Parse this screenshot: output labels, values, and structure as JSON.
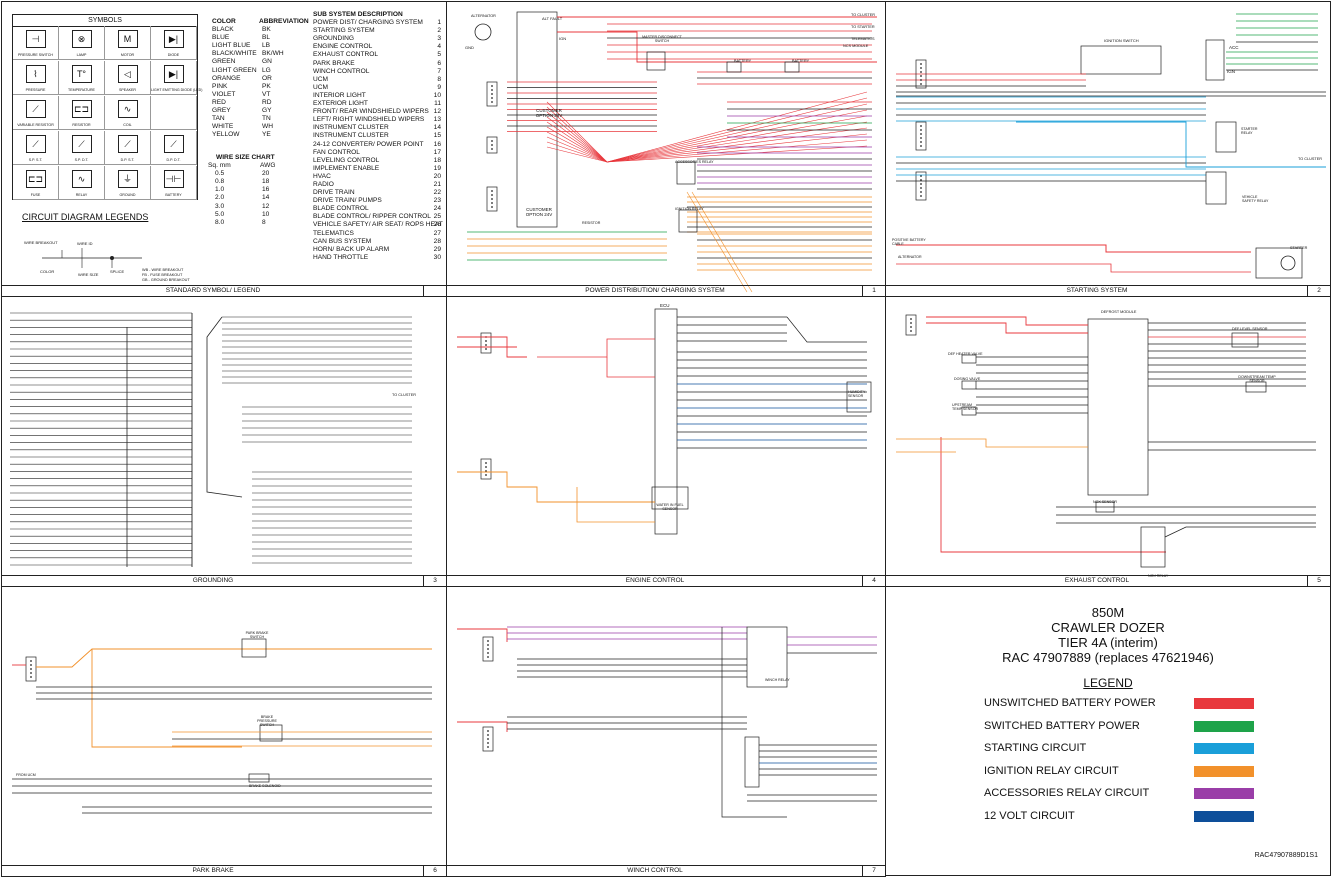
{
  "symbols": {
    "title": "SYMBOLS",
    "items": [
      {
        "label": "PRESSURE SWITCH",
        "glyph": "⊣"
      },
      {
        "label": "LAMP",
        "glyph": "⊗"
      },
      {
        "label": "MOTOR",
        "glyph": "M"
      },
      {
        "label": "DIODE",
        "glyph": "▶|"
      },
      {
        "label": "PRESSURE",
        "glyph": "⌇"
      },
      {
        "label": "TEMPERATURE",
        "glyph": "T°"
      },
      {
        "label": "SPEAKER",
        "glyph": "◁"
      },
      {
        "label": "LIGHT EMITTING DIODE (LED)",
        "glyph": "▶|"
      },
      {
        "label": "VARIABLE RESISTOR",
        "glyph": "⟋"
      },
      {
        "label": "RESISTOR",
        "glyph": "⊏⊐"
      },
      {
        "label": "COIL",
        "glyph": "∿"
      },
      {
        "label": "",
        "glyph": ""
      },
      {
        "label": "S.P. S.T.",
        "glyph": "⟋"
      },
      {
        "label": "S.P. D.T.",
        "glyph": "⟋"
      },
      {
        "label": "D.P. S.T.",
        "glyph": "⟋"
      },
      {
        "label": "D.P. D.T.",
        "glyph": "⟋"
      },
      {
        "label": "FUSE",
        "glyph": "⊏⊐"
      },
      {
        "label": "RELAY",
        "glyph": "∿"
      },
      {
        "label": "GROUND",
        "glyph": "⏚"
      },
      {
        "label": "BATTERY",
        "glyph": "⊣⊢"
      }
    ]
  },
  "color_table": {
    "col1_header": "COLOR",
    "col2_header": "ABBREVIATION",
    "rows": [
      [
        "BLACK",
        "BK"
      ],
      [
        "BLUE",
        "BL"
      ],
      [
        "LIGHT BLUE",
        "LB"
      ],
      [
        "BLACK/WHITE",
        "BK/WH"
      ],
      [
        "GREEN",
        "GN"
      ],
      [
        "LIGHT GREEN",
        "LG"
      ],
      [
        "ORANGE",
        "OR"
      ],
      [
        "PINK",
        "PK"
      ],
      [
        "VIOLET",
        "VT"
      ],
      [
        "RED",
        "RD"
      ],
      [
        "GREY",
        "GY"
      ],
      [
        "TAN",
        "TN"
      ],
      [
        "WHITE",
        "WH"
      ],
      [
        "YELLOW",
        "YE"
      ]
    ]
  },
  "wire_size_chart": {
    "title": "WIRE SIZE CHART",
    "col1_header": "Sq. mm",
    "col2_header": "AWG",
    "rows": [
      [
        "0.5",
        "20"
      ],
      [
        "0.8",
        "18"
      ],
      [
        "1.0",
        "16"
      ],
      [
        "2.0",
        "14"
      ],
      [
        "3.0",
        "12"
      ],
      [
        "5.0",
        "10"
      ],
      [
        "8.0",
        "8"
      ]
    ]
  },
  "subsystems": {
    "title": "SUB SYSTEM DESCRIPTION",
    "rows": [
      [
        "POWER DIST/ CHARGING SYSTEM",
        "1"
      ],
      [
        "STARTING SYSTEM",
        "2"
      ],
      [
        "GROUNDING",
        "3"
      ],
      [
        "ENGINE CONTROL",
        "4"
      ],
      [
        "EXHAUST CONTROL",
        "5"
      ],
      [
        "PARK BRAKE",
        "6"
      ],
      [
        "WINCH CONTROL",
        "7"
      ],
      [
        "UCM",
        "8"
      ],
      [
        "UCM",
        "9"
      ],
      [
        "INTERIOR LIGHT",
        "10"
      ],
      [
        "EXTERIOR LIGHT",
        "11"
      ],
      [
        "FRONT/ REAR WINDSHIELD WIPERS",
        "12"
      ],
      [
        "LEFT/ RIGHT WINDSHIELD WIPERS",
        "13"
      ],
      [
        "INSTRUMENT CLUSTER",
        "14"
      ],
      [
        "INSTRUMENT CLUSTER",
        "15"
      ],
      [
        "24-12 CONVERTER/ POWER POINT",
        "16"
      ],
      [
        "FAN CONTROL",
        "17"
      ],
      [
        "LEVELING CONTROL",
        "18"
      ],
      [
        "IMPLEMENT ENABLE",
        "19"
      ],
      [
        "HVAC",
        "20"
      ],
      [
        "RADIO",
        "21"
      ],
      [
        "DRIVE TRAIN",
        "22"
      ],
      [
        "DRIVE TRAIN/ PUMPS",
        "23"
      ],
      [
        "BLADE CONTROL",
        "24"
      ],
      [
        "BLADE CONTROL/ RIPPER CONTROL",
        "25"
      ],
      [
        "VEHICLE SAFETY/ AIR SEAT/ ROPS HEAT",
        "26"
      ],
      [
        "TELEMATICS",
        "27"
      ],
      [
        "CAN BUS SYSTEM",
        "28"
      ],
      [
        "HORN/ BACK UP ALARM",
        "29"
      ],
      [
        "HAND THROTTLE",
        "30"
      ]
    ]
  },
  "circuit_legend": {
    "title": "CIRCUIT DIAGRAM LEGENDS",
    "labels": {
      "wire_breakout": "WIRE BREAKOUT",
      "wire_id": "WIRE ID",
      "color": "COLOR",
      "wire_size": "WIRE SIZE",
      "splice": "SPLICE",
      "notes": [
        "WB - WIRE BREAKOUT",
        "FB - FUSE BREAKOUT",
        "GB - GROUND BREAKOUT"
      ]
    }
  },
  "panels": {
    "p0": {
      "title": "STANDARD SYMBOL/ LEGEND",
      "num": ""
    },
    "p1": {
      "title": "POWER DISTRIBUTION/ CHARGING SYSTEM",
      "num": "1"
    },
    "p2": {
      "title": "STARTING SYSTEM",
      "num": "2"
    },
    "p3": {
      "title": "GROUNDING",
      "num": "3"
    },
    "p4": {
      "title": "ENGINE CONTROL",
      "num": "4"
    },
    "p5": {
      "title": "EXHAUST CONTROL",
      "num": "5"
    },
    "p6": {
      "title": "PARK BRAKE",
      "num": "6"
    },
    "p7": {
      "title": "WINCH CONTROL",
      "num": "7"
    }
  },
  "labels": {
    "p1": {
      "alternator": "ALTERNATOR",
      "alt_fault": "ALT FAULT",
      "b_plus": "B+",
      "ign": "IGN",
      "gnd": "GND",
      "to_cluster": "TO CLUSTER",
      "to_starter": "TO STARTER",
      "telematics": "TELEMATICS",
      "ncs_module": "NCS MODULE",
      "master_disconnect": "MASTER DISCONNECT SWITCH",
      "battery": "BATTERY",
      "customer_option": "CUSTOMER OPTION 24V",
      "accessories": "ACCESSORIES RELAY",
      "ignition": "IGNITION RELAY",
      "resistor": "RESISTOR"
    },
    "p2": {
      "ignition_switch": "IGNITION SWITCH",
      "acc": "ACC",
      "ign": "IGN",
      "starter_relay": "STARTER RELAY",
      "to_cluster": "TO CLUSTER",
      "vehicle_safety_relay": "VEHICLE SAFETY RELAY",
      "positive_battery_cable": "POSITIVE BATTERY CABLE",
      "alternator": "ALTERNATOR",
      "starter": "STARTER"
    },
    "p3": {
      "to_cluster": "TO CLUSTER"
    },
    "p4": {
      "ecu": "ECU",
      "humidity_sensor": "HUMIDITY SENSOR",
      "water_in_fuel": "WATER IN FUEL SENSOR"
    },
    "p5": {
      "dpf_module": "DEFROST MODULE",
      "def_level_sensor": "DEF LEVEL SENSOR",
      "def_heater_valve": "DEF HEATER VALVE",
      "dosing_valve": "DOSING VALVE",
      "upstream_temp": "UPSTREAM TEMP SENSOR",
      "downstream_temp": "DOWNSTREAM TEMP SENSOR",
      "nox_sensor": "NOX SENSOR",
      "nox_relay": "NOX RELAY"
    },
    "p6": {
      "park_brake_switch": "PARK BRAKE SWITCH",
      "brake_pressure_switch": "BRAKE PRESSURE SWITCH",
      "brake_solenoid": "BRAKE SOLENOID",
      "from_ucm": "FROM UCM"
    },
    "p7": {
      "winch_relay": "WINCH RELAY"
    }
  },
  "info": {
    "model": "850M",
    "machine": "CRAWLER DOZER",
    "tier": "TIER 4A (interim)",
    "rac": "RAC 47907889 (replaces 47621946)",
    "legend_title": "LEGEND",
    "legend": [
      {
        "label": "UNSWITCHED BATTERY POWER",
        "color": "#e8383d"
      },
      {
        "label": "SWITCHED BATTERY POWER",
        "color": "#1ea34a"
      },
      {
        "label": "STARTING CIRCUIT",
        "color": "#1a9fd9"
      },
      {
        "label": "IGNITION RELAY CIRCUIT",
        "color": "#f2912b"
      },
      {
        "label": "ACCESSORIES RELAY CIRCUIT",
        "color": "#9a3ea8"
      },
      {
        "label": "12 VOLT CIRCUIT",
        "color": "#0e4f9a"
      }
    ],
    "doc_id": "RAC47907889D1S1"
  }
}
